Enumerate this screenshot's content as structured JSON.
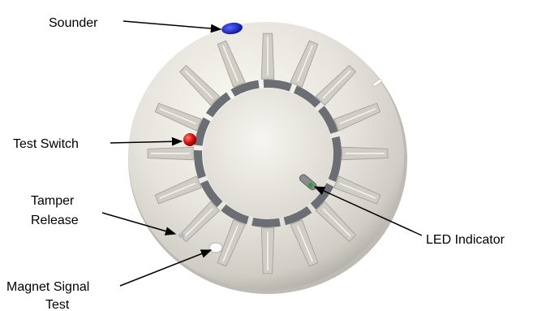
{
  "labels": {
    "sounder": "Sounder",
    "test_switch": "Test Switch",
    "tamper_release_line1": "Tamper",
    "tamper_release_line2": "Release",
    "magnet_signal_test_line1": "Magnet Signal",
    "magnet_signal_test_line2": "Test",
    "led_indicator": "LED Indicator"
  },
  "colors": {
    "housing": "#e6e4dc",
    "housing_shadow": "#a9a79f",
    "channel": "#6b6e73",
    "sounder": "#1f2bb8",
    "test_switch": "#dd1111",
    "led": "#2f9a3a",
    "arrow": "#000000"
  }
}
